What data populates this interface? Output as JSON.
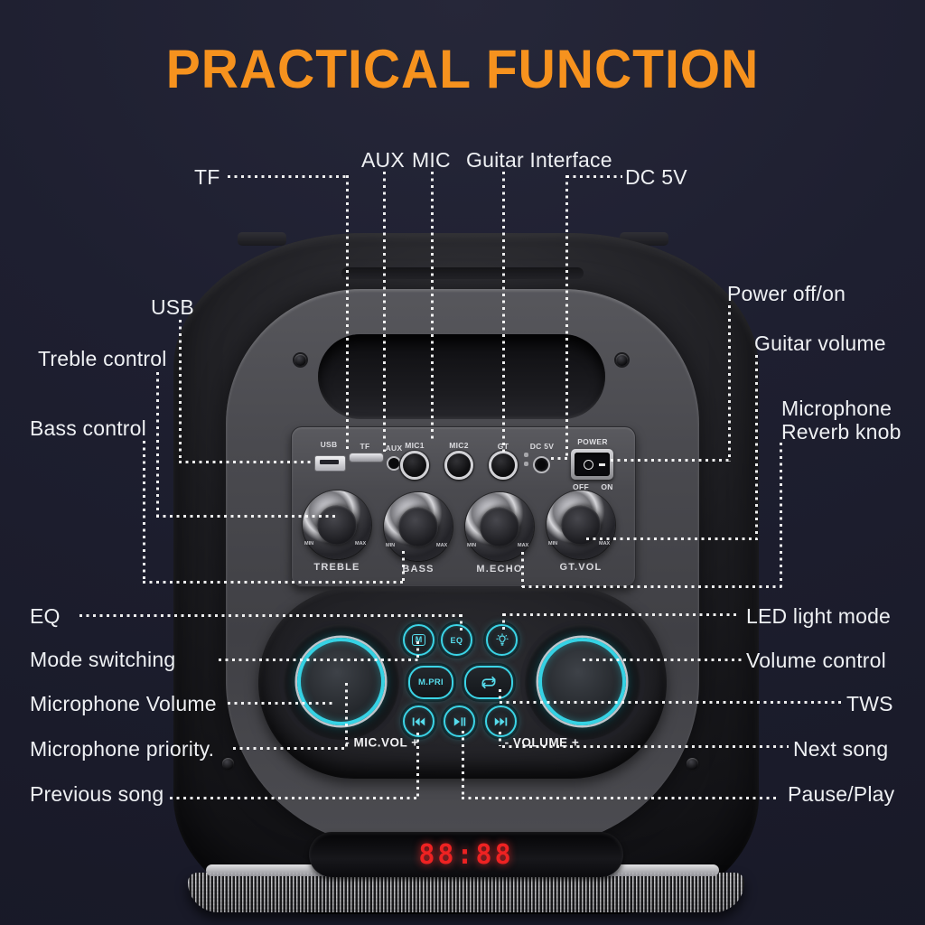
{
  "title": "PRACTICAL FUNCTION",
  "colors": {
    "background": "#1e1f30",
    "accent_orange": "#f6921e",
    "accent_cyan": "#3bd4e6",
    "display_red": "#ee2222"
  },
  "callouts": {
    "tf": "TF",
    "aux": "AUX",
    "mic": "MIC",
    "guitar_interface": "Guitar Interface",
    "dc_5v": "DC 5V",
    "usb": "USB",
    "treble_control": "Treble control",
    "bass_control": "Bass control",
    "eq": "EQ",
    "mode_switching": "Mode switching",
    "microphone_volume": "Microphone Volume",
    "microphone_priority": "Microphone priority.",
    "previous_song": "Previous song",
    "power_off_on": "Power off/on",
    "guitar_volume": "Guitar volume",
    "microphone_reverb_line1": "Microphone",
    "microphone_reverb_line2": "Reverb knob",
    "led_light_mode": "LED light mode",
    "volume_control": "Volume control",
    "tws": "TWS",
    "next_song": "Next song",
    "pause_play": "Pause/Play"
  },
  "panel": {
    "port_labels": {
      "usb": "USB",
      "tf": "TF",
      "aux": "AUX",
      "mic1": "MIC1",
      "mic2": "MIC2",
      "gt": "GT",
      "dc": "DC 5V",
      "power": "POWER"
    },
    "power_off": "OFF",
    "power_on": "ON",
    "knob_labels": {
      "treble": "TREBLE",
      "bass": "BASS",
      "mecho": "M.ECHO",
      "gtvol": "GT.VOL"
    },
    "min_label": "MIN",
    "max_label": "MAX"
  },
  "pad": {
    "mode_button": "M",
    "eq_button": "EQ",
    "mpri_button": "M.PRI",
    "mic_vol_scale": "- MIC.VOL +",
    "volume_scale": "- VOLUME +"
  },
  "display": {
    "value": "88:88"
  }
}
